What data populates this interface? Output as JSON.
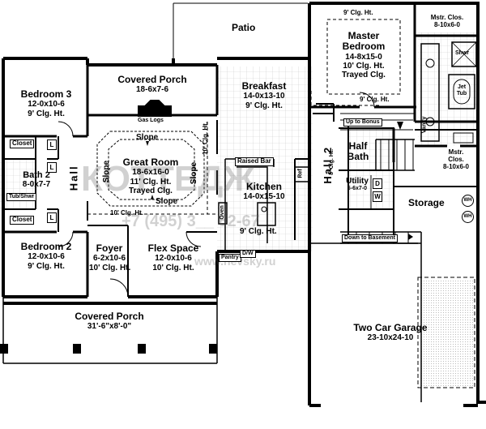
{
  "rooms": {
    "patio": {
      "name": "Patio"
    },
    "master_bedroom": {
      "name": "Master",
      "name2": "Bedroom",
      "size": "14-8x15-0",
      "ceiling": "10' Clg. Ht.",
      "note": "Trayed Clg."
    },
    "master_closet_top": {
      "name": "Mstr. Clos.",
      "size": "8-10x6-0"
    },
    "master_closet_right": {
      "name": "Mstr.",
      "name2": "Clos.",
      "size": "8-10x6-0"
    },
    "covered_porch_rear": {
      "name": "Covered Porch",
      "size": "18-6x7-6"
    },
    "breakfast": {
      "name": "Breakfast",
      "size": "14-0x13-10",
      "ceiling": "9' Clg. Ht."
    },
    "bedroom3": {
      "name": "Bedroom 3",
      "size": "12-0x10-6",
      "ceiling": "9' Clg. Ht."
    },
    "great_room": {
      "name": "Great Room",
      "size": "18-6x16-0",
      "ceiling": "11' Clg. Ht.",
      "note": "Trayed Clg."
    },
    "bath2": {
      "name": "Bath 2",
      "size": "8-0x7-7"
    },
    "kitchen": {
      "name": "Kitchen",
      "size": "14-0x15-10",
      "ceiling": "9' Clg. Ht."
    },
    "half_bath": {
      "name": "Half",
      "name2": "Bath"
    },
    "utility": {
      "name": "Utility",
      "size": "6-6x7-0"
    },
    "storage": {
      "name": "Storage"
    },
    "bedroom2": {
      "name": "Bedroom 2",
      "size": "12-0x10-6",
      "ceiling": "9' Clg. Ht."
    },
    "foyer": {
      "name": "Foyer",
      "size": "6-2x10-6",
      "ceiling": "10' Clg. Ht."
    },
    "flex_space": {
      "name": "Flex Space",
      "size": "12-0x10-6",
      "ceiling": "10' Clg. Ht."
    },
    "covered_porch_front": {
      "name": "Covered Porch",
      "size": "31'-6\"x8'-0\""
    },
    "garage": {
      "name": "Two Car Garage",
      "size": "23-10x24-10"
    }
  },
  "labels": {
    "hall_left": "Hall",
    "hall2": "Hall 2",
    "hall2_ceiling": "8' Clg. Ht.",
    "closet_top": "Closet",
    "closet_bottom": "Closet",
    "linen": "L",
    "tub_shower": "Tub/Shwr",
    "gas_logs": "Gas Logs",
    "slope": "Slope",
    "ceiling_10_left": "10' Clg. Ht.",
    "ceiling_10_right": "10' Clg. Ht.",
    "master_ceiling_9_top": "9' Clg. Ht.",
    "master_ceiling_9_bottom": "9' Clg. Ht.",
    "raised_bar": "Raised Bar",
    "oven": "Oven",
    "ref": "Ref",
    "pantry": "Pantry",
    "dw": "D/W",
    "up_to_bonus": "Up to Bonus",
    "down_to_basement": "Down to Basement",
    "shower": "Shwr",
    "jet_tub": "Jet Tub",
    "vanity": "Vanity",
    "water_heater": "WH",
    "dryer": "D",
    "washer": "W"
  },
  "watermark": {
    "line1": "КОТТЕДЖ",
    "line2": "+7 (495) 3__ 62-67",
    "line3": "www.nevsky.ru"
  }
}
